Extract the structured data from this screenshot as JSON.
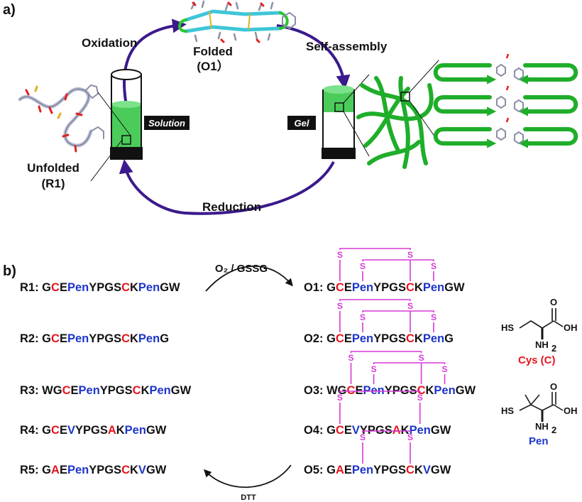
{
  "colors": {
    "red": "#e8141e",
    "blue": "#1d35c9",
    "black": "#111111",
    "magenta": "#d63ad6",
    "arrow": "#3b1a8c",
    "green": "#1fae2a",
    "gel_green": "#37c648"
  },
  "panel_a": {
    "label": "a)",
    "oxidation": "Oxidation",
    "folded_line1": "Folded",
    "folded_line2": "(O1）",
    "self_assembly": "Self-assembly",
    "unfolded_line1": "Unfolded",
    "unfolded_line2": "(R1)",
    "solution_tag": "Solution",
    "gel_tag": "Gel",
    "reduction": "Reduction"
  },
  "panel_b": {
    "label": "b)",
    "forward_reagent": "O₂ / GSSG",
    "reverse_reagent": "DTT",
    "disulfide_symbol": "S",
    "reduced": [
      {
        "name": "R1:",
        "segments": [
          [
            "G",
            "k"
          ],
          [
            "C",
            "r"
          ],
          [
            "E",
            "k"
          ],
          [
            "Pen",
            "b"
          ],
          [
            "YPGS",
            "k"
          ],
          [
            "C",
            "r"
          ],
          [
            "K",
            "k"
          ],
          [
            "Pen",
            "b"
          ],
          [
            "GW",
            "k"
          ]
        ]
      },
      {
        "name": "R2:",
        "segments": [
          [
            "G",
            "k"
          ],
          [
            "C",
            "r"
          ],
          [
            "E",
            "k"
          ],
          [
            "Pen",
            "b"
          ],
          [
            "YPGS",
            "k"
          ],
          [
            "C",
            "r"
          ],
          [
            "K",
            "k"
          ],
          [
            "Pen",
            "b"
          ],
          [
            "G",
            "k"
          ]
        ]
      },
      {
        "name": "R3:",
        "segments": [
          [
            "WG",
            "k"
          ],
          [
            "C",
            "r"
          ],
          [
            "E",
            "k"
          ],
          [
            "Pen",
            "b"
          ],
          [
            "YPGS",
            "k"
          ],
          [
            "C",
            "r"
          ],
          [
            "K",
            "k"
          ],
          [
            "Pen",
            "b"
          ],
          [
            "GW",
            "k"
          ]
        ]
      },
      {
        "name": "R4:",
        "segments": [
          [
            "G",
            "k"
          ],
          [
            "C",
            "r"
          ],
          [
            "E",
            "k"
          ],
          [
            "V",
            "b"
          ],
          [
            "YPGS",
            "k"
          ],
          [
            "A",
            "r"
          ],
          [
            "K",
            "k"
          ],
          [
            "Pen",
            "b"
          ],
          [
            "GW",
            "k"
          ]
        ]
      },
      {
        "name": "R5:",
        "segments": [
          [
            "G",
            "k"
          ],
          [
            "A",
            "r"
          ],
          [
            "E",
            "k"
          ],
          [
            "Pen",
            "b"
          ],
          [
            "YPGS",
            "k"
          ],
          [
            "C",
            "r"
          ],
          [
            "K",
            "k"
          ],
          [
            "V",
            "b"
          ],
          [
            "GW",
            "k"
          ]
        ]
      }
    ],
    "oxidized": [
      {
        "name": "O1:",
        "segments": [
          [
            "G",
            "k"
          ],
          [
            "C",
            "r"
          ],
          [
            "E",
            "k"
          ],
          [
            "Pen",
            "b"
          ],
          [
            "YPGS",
            "k"
          ],
          [
            "C",
            "r"
          ],
          [
            "K",
            "k"
          ],
          [
            "Pen",
            "b"
          ],
          [
            "GW",
            "k"
          ]
        ],
        "bridges": [
          [
            1,
            5
          ],
          [
            3,
            7
          ]
        ]
      },
      {
        "name": "O2:",
        "segments": [
          [
            "G",
            "k"
          ],
          [
            "C",
            "r"
          ],
          [
            "E",
            "k"
          ],
          [
            "Pen",
            "b"
          ],
          [
            "YPGS",
            "k"
          ],
          [
            "C",
            "r"
          ],
          [
            "K",
            "k"
          ],
          [
            "Pen",
            "b"
          ],
          [
            "G",
            "k"
          ]
        ],
        "bridges": [
          [
            1,
            5
          ],
          [
            3,
            7
          ]
        ]
      },
      {
        "name": "O3:",
        "segments": [
          [
            "WG",
            "k"
          ],
          [
            "C",
            "r"
          ],
          [
            "E",
            "k"
          ],
          [
            "Pen",
            "b"
          ],
          [
            "YPGS",
            "k"
          ],
          [
            "C",
            "r"
          ],
          [
            "K",
            "k"
          ],
          [
            "Pen",
            "b"
          ],
          [
            "GW",
            "k"
          ]
        ],
        "bridges": [
          [
            1,
            5
          ],
          [
            3,
            7
          ]
        ]
      },
      {
        "name": "O4:",
        "segments": [
          [
            "G",
            "k"
          ],
          [
            "C",
            "r"
          ],
          [
            "E",
            "k"
          ],
          [
            "V",
            "b"
          ],
          [
            "YPGS",
            "k"
          ],
          [
            "A",
            "r"
          ],
          [
            "K",
            "k"
          ],
          [
            "Pen",
            "b"
          ],
          [
            "GW",
            "k"
          ]
        ],
        "bridges": [
          [
            1,
            7
          ]
        ]
      },
      {
        "name": "O5:",
        "segments": [
          [
            "G",
            "k"
          ],
          [
            "A",
            "r"
          ],
          [
            "E",
            "k"
          ],
          [
            "Pen",
            "b"
          ],
          [
            "YPGS",
            "k"
          ],
          [
            "C",
            "r"
          ],
          [
            "K",
            "k"
          ],
          [
            "V",
            "b"
          ],
          [
            "GW",
            "k"
          ]
        ],
        "bridges": [
          [
            3,
            5
          ]
        ]
      }
    ],
    "cys": {
      "hs": "HS",
      "oh": "OH",
      "o": "O",
      "nh2": "NH",
      "nh2_sub": "2",
      "name": "Cys (C)"
    },
    "pen": {
      "hs": "HS",
      "oh": "OH",
      "o": "O",
      "nh2": "NH",
      "nh2_sub": "2",
      "name": "Pen"
    }
  }
}
